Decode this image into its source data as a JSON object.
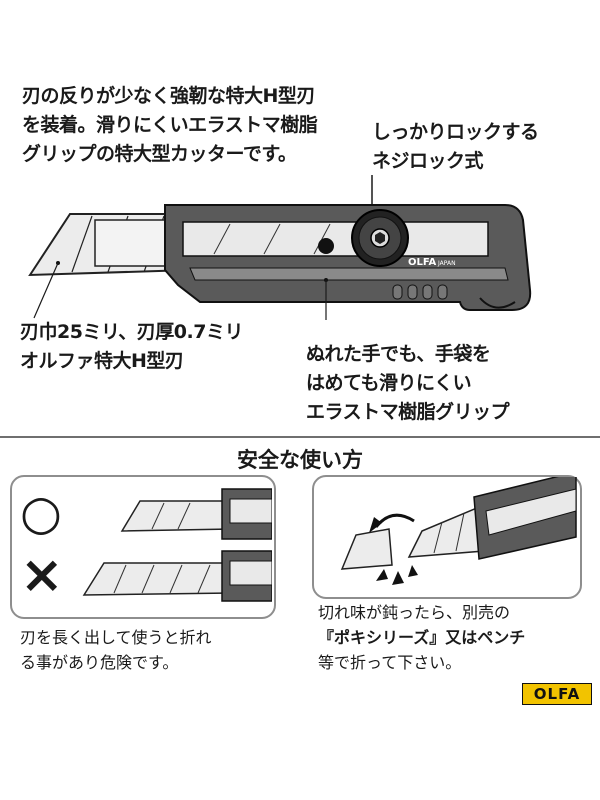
{
  "intro_lines": [
    "刃の反りが少なく強靭な特大H型刃",
    "を装着。滑りにくいエラストマ樹脂",
    "グリップの特大型カッターです。"
  ],
  "callouts": {
    "lock": [
      "しっかりロックする",
      "ネジロック式"
    ],
    "blade": [
      "刃巾25ミリ、刃厚0.7ミリ",
      "オルファ特大H型刃"
    ],
    "grip": [
      "ぬれた手でも、手袋を",
      "はめても滑りにくい",
      "エラストマ樹脂グリップ"
    ]
  },
  "product_marking": {
    "brand": "OLFA",
    "country": "JAPAN"
  },
  "safety": {
    "title": "安全な使い方",
    "ok_symbol": "○",
    "ng_symbol": "×",
    "warning_lines": [
      "刃を長く出して使うと折れ",
      "る事があり危険です。"
    ],
    "snap_lines": [
      "切れ味が鈍ったら、別売の",
      "『ポキシリーズ』又はペンチ",
      "等で折って下さい。"
    ]
  },
  "logo": "OLFA",
  "colors": {
    "ink": "#1a1a1a",
    "handle": "#5a5a5a",
    "blade": "#ececec",
    "logo_bg": "#f2c300"
  }
}
